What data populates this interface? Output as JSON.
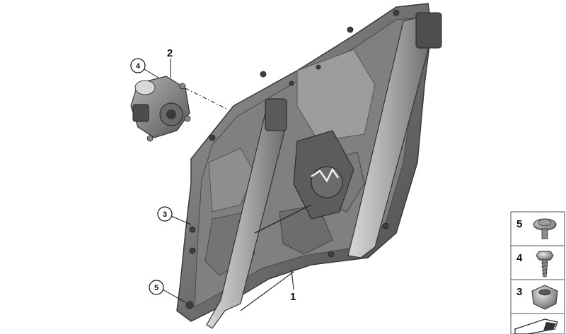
{
  "callouts": {
    "part1": "1",
    "part2": "2",
    "part3": "3",
    "part4": "4",
    "part5": "5"
  },
  "legend": {
    "items": [
      "5",
      "4",
      "3"
    ]
  }
}
